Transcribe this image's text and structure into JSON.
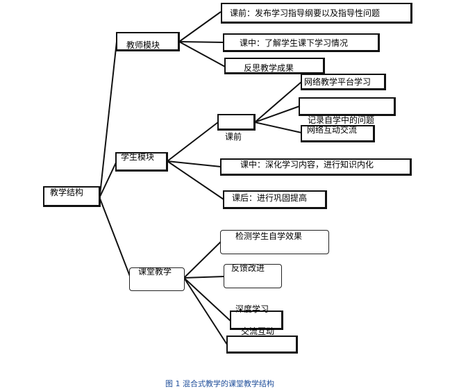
{
  "nodes": {
    "root": "教学结构",
    "teacher": "教师模块",
    "student": "学生模块",
    "classroom": "课堂教学",
    "t_before": "课前：发布学习指导纲要以及指导性问题",
    "t_during": "课中：了解学生课下学习情况",
    "t_reflect": "反思教学成果",
    "s_before": "课前",
    "s_platform": "网络教学平台学习",
    "s_record": "记录自学中的问题",
    "s_interact": "网络互动交流",
    "s_during": "课中：深化学习内容，进行知识内化",
    "s_after": "课后：进行巩固提高",
    "c_check": "检测学生自学效果",
    "c_feedback": "反馈改进",
    "c_deep": "深度学习",
    "c_exchange": "交流互动"
  },
  "caption": "图 1  混合式教学的课堂教学结构"
}
